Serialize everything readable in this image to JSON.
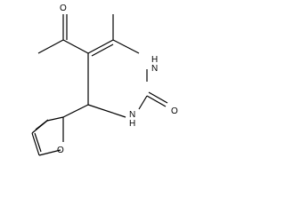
{
  "molecule": {
    "atoms": {
      "acetyl_oxygen": "O",
      "ring_nh_upper": "H\nN",
      "ring_nh_lower": "N\nH",
      "carbonyl_oxygen": "O",
      "furan_oxygen": "O"
    },
    "colors": {
      "bond": "#000000",
      "label": "#000000",
      "background": "#ffffff"
    }
  }
}
